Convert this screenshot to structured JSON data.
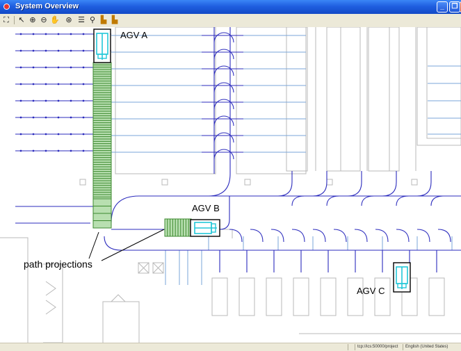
{
  "window": {
    "title": "System Overview"
  },
  "toolbar": {
    "tools": [
      {
        "name": "fit-view-icon",
        "glyph": "⛶"
      },
      {
        "name": "select-pointer-icon",
        "glyph": "↖"
      },
      {
        "name": "zoom-in-icon",
        "glyph": "⊕"
      },
      {
        "name": "zoom-out-icon",
        "glyph": "⊖"
      },
      {
        "name": "pan-hand-icon",
        "glyph": "✋"
      },
      {
        "name": "center-icon",
        "glyph": "⊛"
      },
      {
        "name": "layers-icon",
        "glyph": "☰"
      },
      {
        "name": "find-icon",
        "glyph": "⚲"
      },
      {
        "name": "vehicle-icon",
        "glyph": "▙"
      },
      {
        "name": "vehicle-alt-icon",
        "glyph": "▙"
      }
    ]
  },
  "annotations": {
    "agv_a": "AGV A",
    "agv_b": "AGV B",
    "agv_c": "AGV C",
    "path_projections": "path projections"
  },
  "statusbar": {
    "connection": "tcp://ics:50000/project",
    "locale": "English (United States)"
  },
  "colors": {
    "path": "#2b2bbd",
    "path_light": "#7aa6d8",
    "projection": "#3d8a2f",
    "vehicle": "#22c7d8",
    "structure": "#b8b8b8"
  }
}
